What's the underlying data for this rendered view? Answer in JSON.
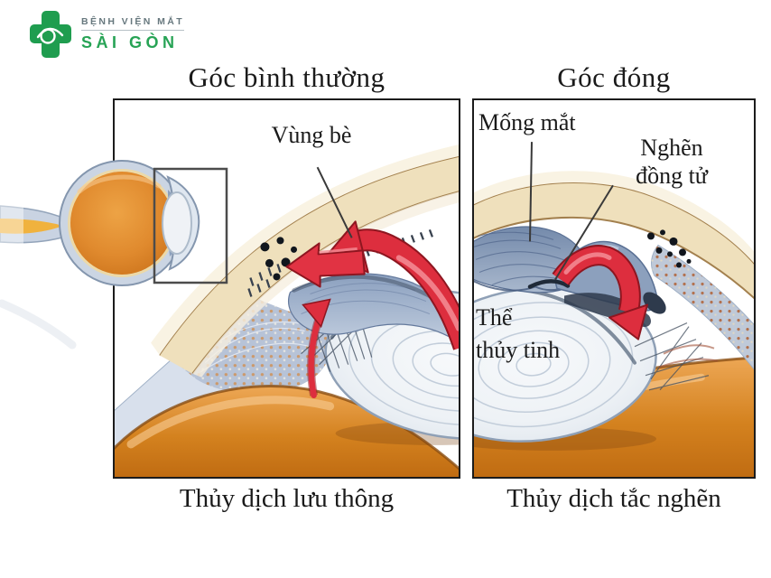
{
  "logo": {
    "hospital_name_top": "BỆNH VIỆN MẮT",
    "hospital_name_bottom": "SÀI GÒN"
  },
  "left_panel": {
    "title": "Góc bình thường",
    "label_trabecular": "Vùng bè",
    "caption": "Thủy dịch lưu thông"
  },
  "right_panel": {
    "title": "Góc đóng",
    "label_iris": "Mống mắt",
    "label_block_line1": "Nghẽn",
    "label_block_line2": "đồng tử",
    "label_lens_line1": "Thể",
    "label_lens_line2": "thủy tinh",
    "caption": "Thủy dịch tắc nghẽn"
  },
  "colors": {
    "brand_green": "#1f9d4f",
    "brand_gray": "#67787e",
    "flow_red": "#dd2e3e",
    "tissue_orange": "#d9882f",
    "cornea_cream": "#efe0bc",
    "iris_blue": "#93a7c4",
    "ink": "#1a1a1a"
  }
}
